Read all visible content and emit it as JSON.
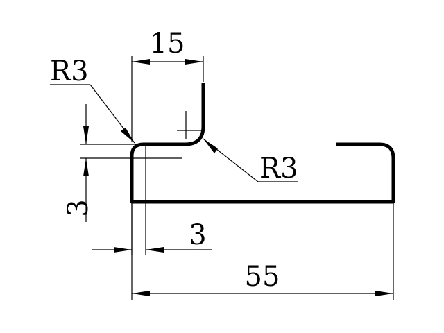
{
  "drawing": {
    "dimensions": {
      "top_width": "15",
      "radius_left": "R3",
      "radius_right": "R3",
      "left_thickness": "3",
      "bottom_offset": "3",
      "overall_length": "55"
    }
  }
}
